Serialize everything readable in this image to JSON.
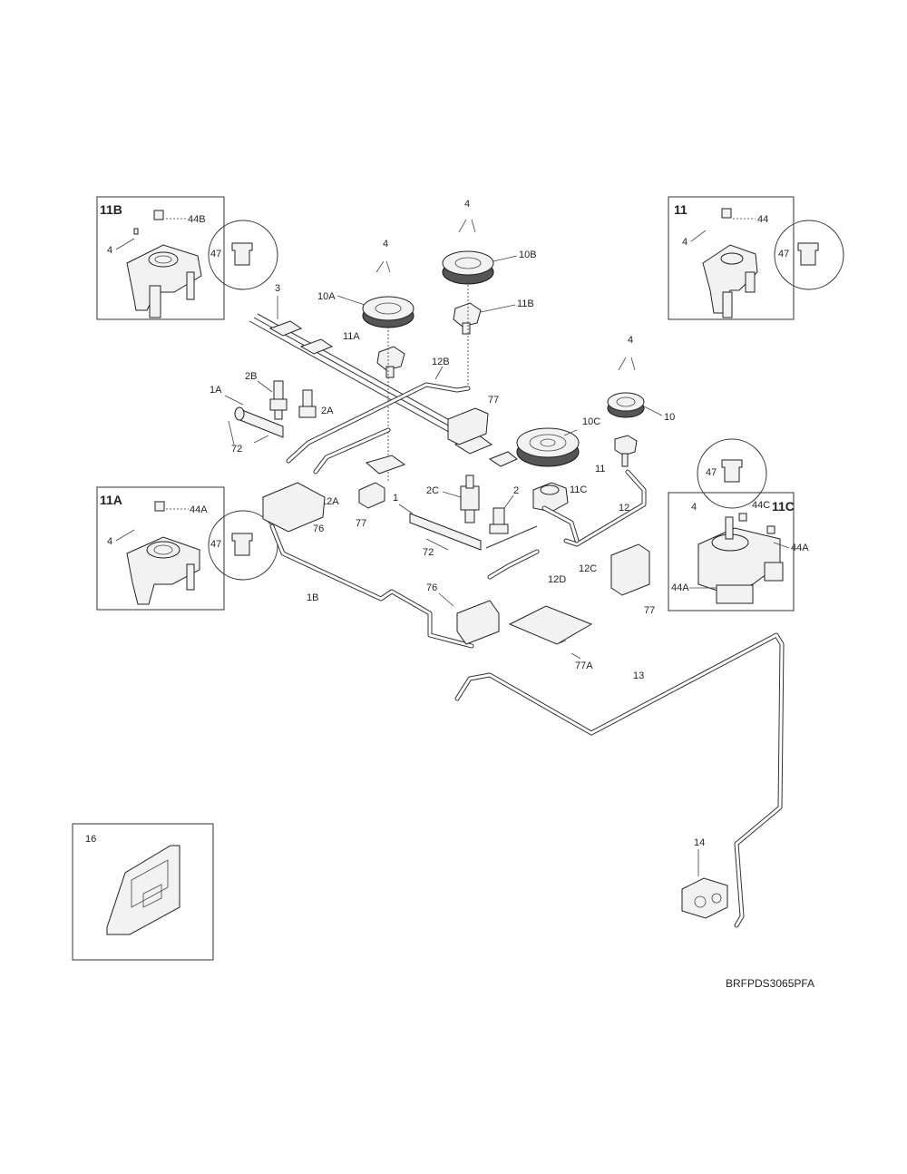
{
  "diagram_code": "BRFPDS3065PFA",
  "labels": {
    "p1": "1",
    "p1A": "1A",
    "p1B": "1B",
    "p2": "2",
    "p2A": "2A",
    "p2B": "2B",
    "p2C": "2C",
    "p3": "3",
    "p4_10a": "4",
    "p4_10b": "4",
    "p4_10": "4",
    "p10": "10",
    "p10A": "10A",
    "p10B": "10B",
    "p10C": "10C",
    "p11": "11",
    "p11A": "11A",
    "p11B": "11B",
    "p11C": "11C",
    "p12": "12",
    "p12A": "12A",
    "p12B": "12B",
    "p12C": "12C",
    "p12D": "12D",
    "p13": "13",
    "p14": "14",
    "p72a": "72",
    "p72b": "72",
    "p76a": "76",
    "p76b": "76",
    "p77a": "77",
    "p77b": "77",
    "p77c": "77",
    "p77A": "77A"
  },
  "inset_11B": {
    "title": "11B",
    "screw": "4",
    "cap": "44B",
    "detail": "47"
  },
  "inset_11": {
    "title": "11",
    "screw": "4",
    "cap": "44",
    "detail": "47"
  },
  "inset_11A": {
    "title": "11A",
    "screw": "4",
    "cap": "44A",
    "detail": "47"
  },
  "inset_11C": {
    "title": "11C",
    "screw": "4",
    "cap1": "44C",
    "cap2": "44A",
    "cap3": "44A",
    "detail": "47"
  },
  "inset_16": {
    "title": "16"
  }
}
